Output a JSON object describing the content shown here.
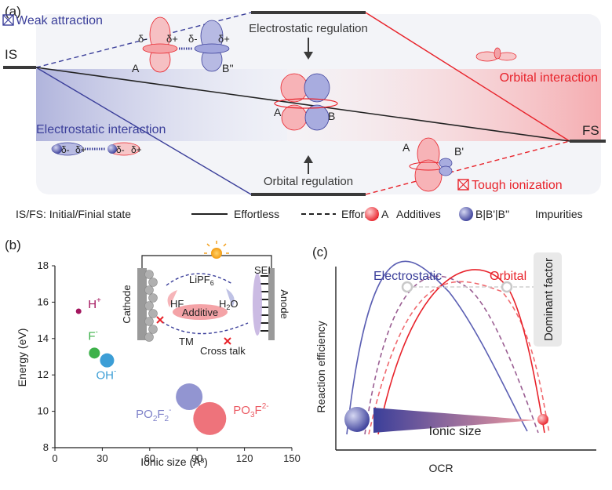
{
  "colors": {
    "blue": "#3b3f9a",
    "red": "#e8232b",
    "bluefill": "#8f93cf",
    "redfill": "#f2a1a6",
    "grey": "#3a3a3a"
  },
  "panel_a": {
    "label": "(a)",
    "weak_attraction": "Weak attraction",
    "electrostatic_regulation": "Electrostatic regulation",
    "orbital_interaction": "Orbital interaction",
    "electrostatic_interaction": "Electrostatic interaction",
    "orbital_regulation": "Orbital regulation",
    "tough_ionization": "Tough ionization",
    "is": "IS",
    "fs": "FS",
    "delta_minus": "δ-",
    "delta_plus": "δ+",
    "a": "A",
    "b": "B",
    "b_double": "B''",
    "b_prime": "B'",
    "legend": {
      "states": "IS/FS: Initial/Finial state",
      "effortless": "Effortless",
      "effortful": "Effortful",
      "additives_letter": "A",
      "additives": "Additives",
      "impurities": "B|B'|B''",
      "impurities_word": "Impurities"
    }
  },
  "panel_b": {
    "label": "(b)",
    "inset": {
      "salt_main": "LiPF",
      "salt_sub": "6",
      "hf": "HF",
      "h2o_main": "H",
      "h2o_sub": "2",
      "h2o_end": "O",
      "additive": "Additive",
      "tm": "TM",
      "cross_talk": "Cross talk",
      "cathode": "Cathode",
      "anode": "Anode",
      "sei": "SEI"
    }
  },
  "panel_c": {
    "label": "(c)",
    "ylabel": "Reaction efficiency",
    "xlabel": "OCR",
    "electrostatic": "Electrostatic",
    "orbital": "Orbital",
    "dominant_factor": "Dominant factor",
    "ionic_size": "Ionic size"
  },
  "chart_data": {
    "type": "scatter",
    "xlabel": "Ionic size (Å³)",
    "ylabel": "Energy (eV)",
    "xlim": [
      0,
      150
    ],
    "ylim": [
      8,
      18
    ],
    "xticks": [
      "0",
      "30",
      "60",
      "90",
      "120",
      "150"
    ],
    "yticks": [
      "8",
      "10",
      "12",
      "14",
      "16",
      "18"
    ],
    "points": [
      {
        "main": "H",
        "sup": "+",
        "x": 15,
        "y": 15.5,
        "color": "#a3165e"
      },
      {
        "main": "F",
        "sup": "-",
        "x": 25,
        "y": 13.2,
        "color": "#3db14a"
      },
      {
        "main": "OH",
        "sup": "-",
        "x": 33,
        "y": 12.8,
        "color": "#3c9ed6"
      },
      {
        "main": "PO",
        "sub": "2",
        "main2": "F",
        "sub2": "2",
        "sup": "-",
        "x": 85,
        "y": 10.8,
        "color": "#7f82c9"
      },
      {
        "main": "PO",
        "sub": "3",
        "main2": "F",
        "sup": "2-",
        "x": 98,
        "y": 9.6,
        "color": "#eb5b64"
      }
    ]
  }
}
